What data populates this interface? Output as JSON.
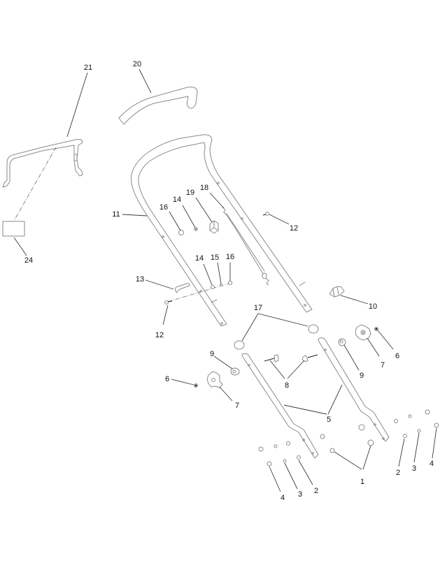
{
  "diagram": {
    "type": "exploded parts diagram",
    "subject": "Handle assembly",
    "colors": {
      "background": "#ffffff",
      "linework": "#8a8a8a",
      "leader": "#3a3a3a",
      "text": "#111111"
    },
    "callouts": [
      {
        "id": "c21",
        "label": "21",
        "part": "bail"
      },
      {
        "id": "c20",
        "label": "20",
        "part": "grip"
      },
      {
        "id": "c24",
        "label": "24",
        "part": "decal"
      },
      {
        "id": "c11",
        "label": "11",
        "part": "upper-handle"
      },
      {
        "id": "c16a",
        "label": "16",
        "part": "nut"
      },
      {
        "id": "c14a",
        "label": "14",
        "part": "washer"
      },
      {
        "id": "c19",
        "label": "19",
        "part": "cable-guide"
      },
      {
        "id": "c18",
        "label": "18",
        "part": "control-cable"
      },
      {
        "id": "c12a",
        "label": "12",
        "part": "bolt"
      },
      {
        "id": "c14b",
        "label": "14",
        "part": "washer"
      },
      {
        "id": "c15",
        "label": "15",
        "part": "lock-washer"
      },
      {
        "id": "c16b",
        "label": "16",
        "part": "nut"
      },
      {
        "id": "c13",
        "label": "13",
        "part": "cable-clip"
      },
      {
        "id": "c12b",
        "label": "12",
        "part": "bolt"
      },
      {
        "id": "c10",
        "label": "10",
        "part": "cable-tie"
      },
      {
        "id": "c17",
        "label": "17",
        "part": "end-cap"
      },
      {
        "id": "c6a",
        "label": "6",
        "part": "nut"
      },
      {
        "id": "c7a",
        "label": "7",
        "part": "handle-knob"
      },
      {
        "id": "c9a",
        "label": "9",
        "part": "spacer"
      },
      {
        "id": "c8",
        "label": "8",
        "part": "carriage-bolt"
      },
      {
        "id": "c9b",
        "label": "9",
        "part": "spacer"
      },
      {
        "id": "c6b",
        "label": "6",
        "part": "nut"
      },
      {
        "id": "c7b",
        "label": "7",
        "part": "handle-knob"
      },
      {
        "id": "c5",
        "label": "5",
        "part": "lower-handle"
      },
      {
        "id": "c1",
        "label": "1",
        "part": "shoulder-bolt"
      },
      {
        "id": "c2a",
        "label": "2",
        "part": "washer"
      },
      {
        "id": "c3a",
        "label": "3",
        "part": "lock-washer"
      },
      {
        "id": "c4a",
        "label": "4",
        "part": "nut"
      },
      {
        "id": "c2b",
        "label": "2",
        "part": "washer"
      },
      {
        "id": "c3b",
        "label": "3",
        "part": "lock-washer"
      },
      {
        "id": "c4b",
        "label": "4",
        "part": "nut"
      }
    ]
  }
}
